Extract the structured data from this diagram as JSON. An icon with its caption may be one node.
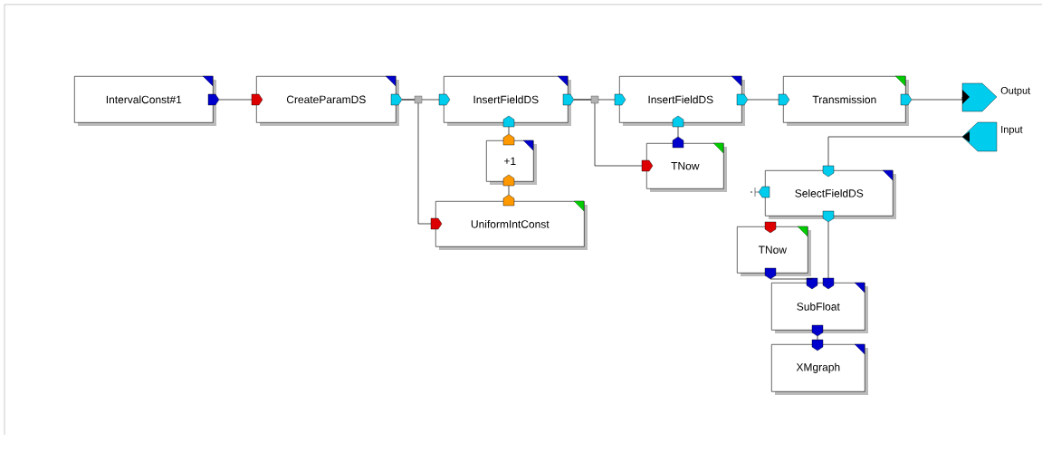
{
  "diagram": {
    "nodes": [
      {
        "text": [
          "IntervalConst#1"
        ]
      },
      {
        "text": [
          "CreateParamDS"
        ]
      },
      {
        "text": [
          "InsertFieldDS"
        ]
      },
      {
        "text": [
          "+1"
        ]
      },
      {
        "text": [
          "UniformIntConst"
        ]
      },
      {
        "text": [
          "InsertFieldDS"
        ]
      },
      {
        "text": [
          "TNow"
        ]
      },
      {
        "text": [
          "Transmission"
        ]
      },
      {
        "text": [
          "Output"
        ]
      },
      {
        "text": [
          "Input"
        ]
      },
      {
        "text": [
          "SelectFieldDS"
        ]
      },
      {
        "text": [
          "TNow"
        ]
      },
      {
        "text": [
          "SubFloat"
        ]
      },
      {
        "text": [
          "XMgraph"
        ]
      }
    ],
    "edges": [
      {
        "from": 0,
        "to": 1,
        "arrow": "none"
      },
      {
        "from": 1,
        "to": 2,
        "arrow": "none"
      },
      {
        "from": 1,
        "to": 4,
        "arrow": "none"
      },
      {
        "from": 2,
        "to": 5,
        "arrow": "none"
      },
      {
        "from": 2,
        "to": 6,
        "arrow": "none"
      },
      {
        "from": 4,
        "to": 3,
        "arrow": "none"
      },
      {
        "from": 3,
        "to": 2,
        "arrow": "none"
      },
      {
        "from": 6,
        "to": 5,
        "arrow": "none"
      },
      {
        "from": 5,
        "to": 7,
        "arrow": "none"
      },
      {
        "from": 7,
        "to": 8,
        "arrow": "none"
      },
      {
        "from": 9,
        "to": 10,
        "arrow": "none"
      },
      {
        "from": 10,
        "to": 12,
        "arrow": "none"
      },
      {
        "from": 11,
        "to": 12,
        "arrow": "none"
      },
      {
        "from": 12,
        "to": 13,
        "arrow": "none"
      }
    ]
  }
}
